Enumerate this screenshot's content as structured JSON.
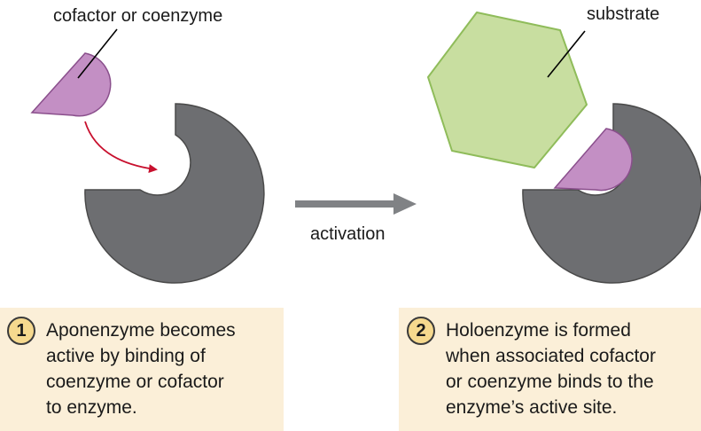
{
  "labels": {
    "cofactor": "cofactor or coenzyme",
    "substrate": "substrate",
    "activation": "activation"
  },
  "steps": [
    {
      "number": "1",
      "lines": [
        "Aponenzyme becomes",
        "active by binding of",
        "coenzyme or cofactor",
        "to enzyme."
      ]
    },
    {
      "number": "2",
      "lines": [
        "Holoenzyme is formed",
        "when associated cofactor",
        "or coenzyme binds to the",
        "enzyme’s active site."
      ]
    }
  ],
  "colors": {
    "enzyme": "#6d6e71",
    "cofactor": "#c38fc4",
    "substrate": "#c8dea0",
    "substrate_stroke": "#8fbc5a",
    "curved_arrow": "#c8102e",
    "activation_arrow": "#808285",
    "caption_bg": "#fbefd8",
    "badge": "#f6d98e"
  }
}
